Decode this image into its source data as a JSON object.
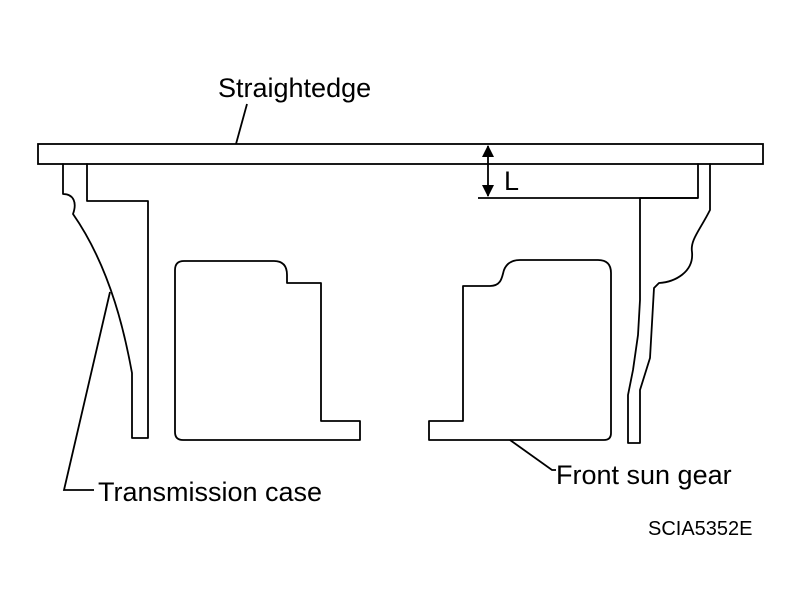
{
  "labels": {
    "straightedge": "Straightedge",
    "dimension": "L",
    "transmission_case": "Transmission case",
    "front_sun_gear": "Front sun gear"
  },
  "figure_code": "SCIA5352E",
  "colors": {
    "line": "#000000",
    "background": "#ffffff"
  }
}
